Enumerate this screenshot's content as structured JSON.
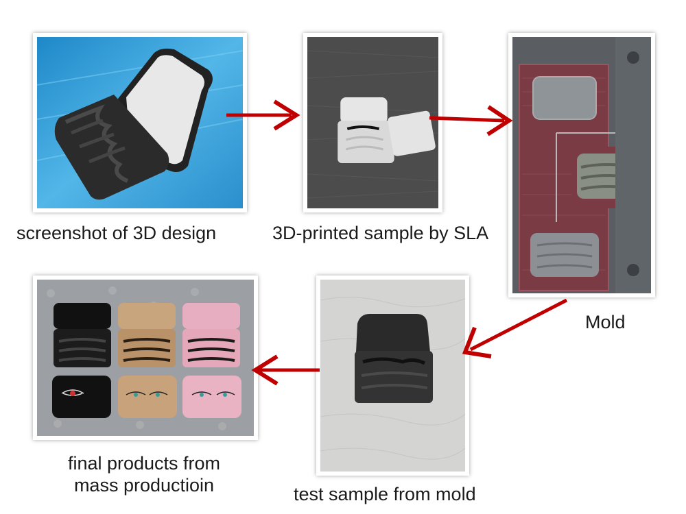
{
  "steps": {
    "design": "screenshot of 3D design",
    "printed": "3D-printed sample by SLA",
    "mold": "Mold",
    "test": "test sample from mold",
    "final_line1": "final products from",
    "final_line2": "mass productioin"
  },
  "colors": {
    "arrow": "#c00000",
    "text": "#1a1a1a"
  }
}
